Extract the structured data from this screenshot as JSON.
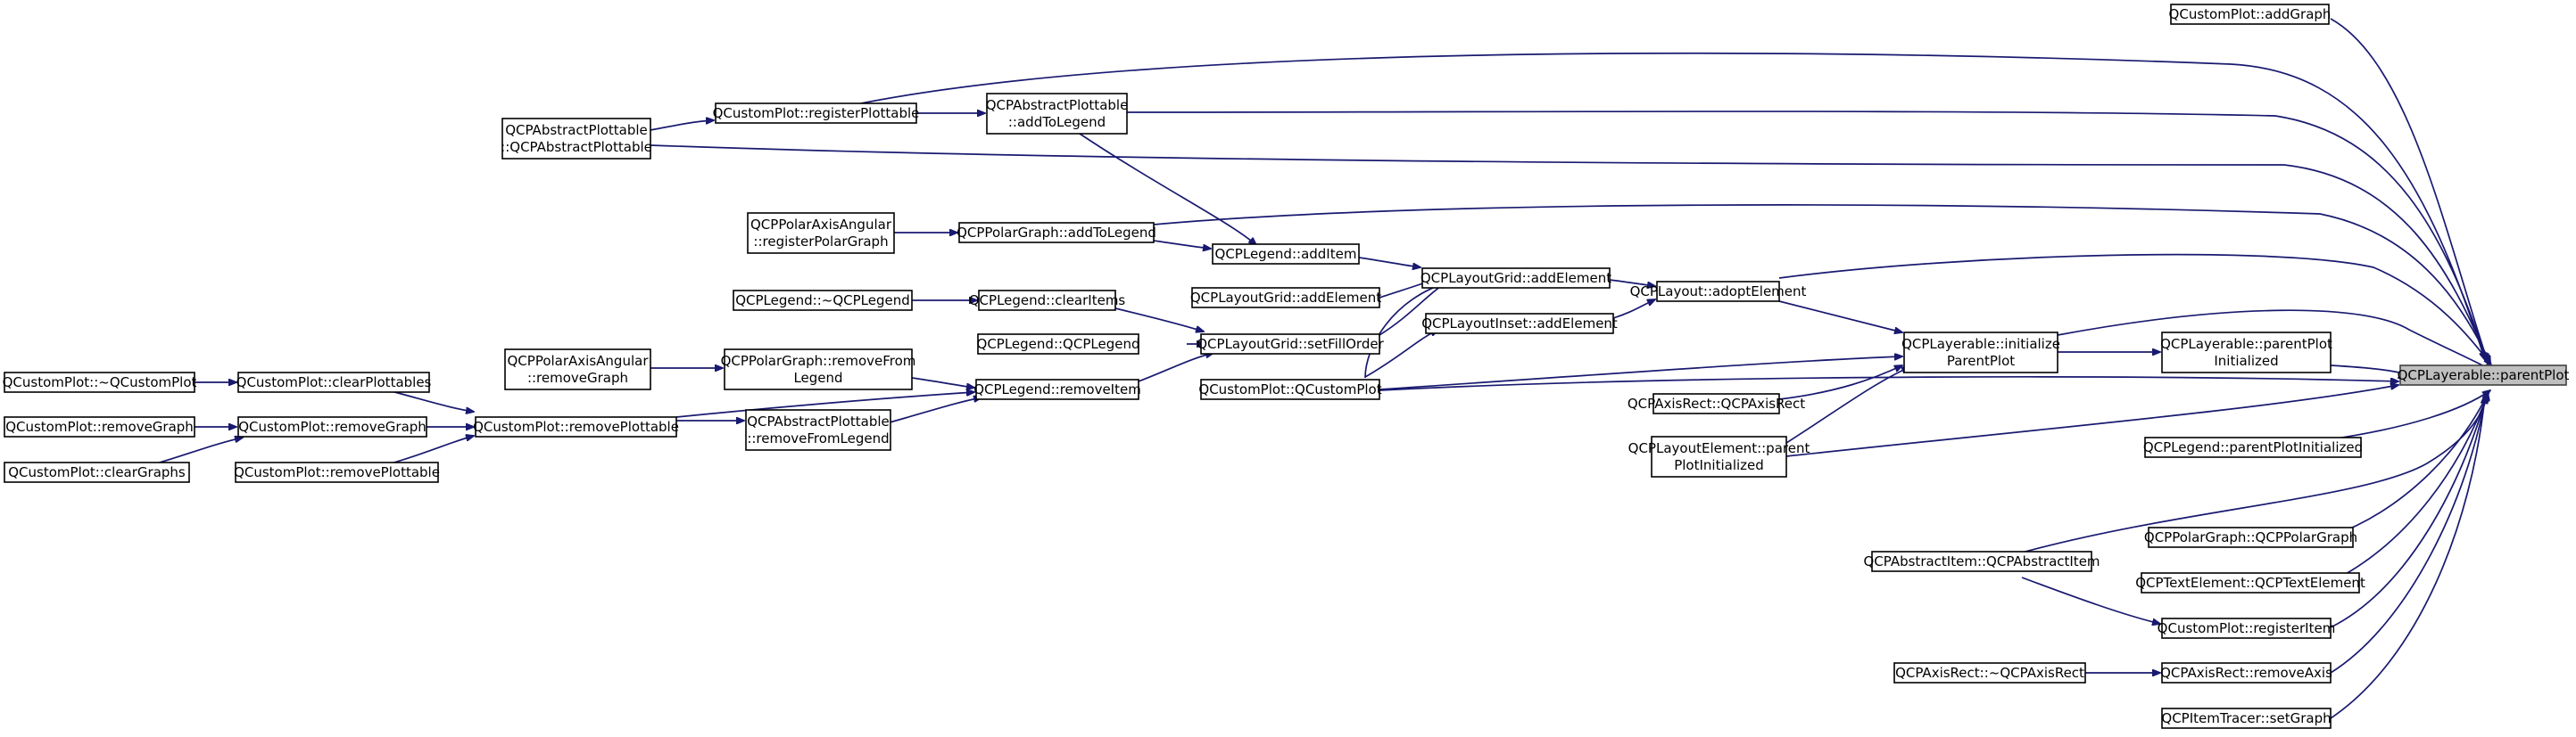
{
  "nodes": {
    "addGraph": [
      "QCustomPlot::addGraph"
    ],
    "registerPlottable": [
      "QCustomPlot::registerPlottable"
    ],
    "abstractPlottableCtor": [
      "QCPAbstractPlottable",
      "::QCPAbstractPlottable"
    ],
    "addToLegend": [
      "QCPAbstractPlottable",
      "::addToLegend"
    ],
    "registerPolarGraph": [
      "QCPPolarAxisAngular",
      "::registerPolarGraph"
    ],
    "polarAddToLegend": [
      "QCPPolarGraph::addToLegend"
    ],
    "legendAddItem": [
      "QCPLegend::addItem"
    ],
    "gridAddElement": [
      "QCPLayoutGrid::addElement"
    ],
    "layoutAdoptElement": [
      "QCPLayout::adoptElement"
    ],
    "legendDtor": [
      "QCPLegend::~QCPLegend"
    ],
    "legendClearItems": [
      "QCPLegend::clearItems"
    ],
    "gridAddElement2": [
      "QCPLayoutGrid::addElement"
    ],
    "insetAddElement": [
      "QCPLayoutInset::addElement"
    ],
    "initializeParentPlot": [
      "QCPLayerable::initialize",
      "ParentPlot"
    ],
    "parentPlotInitialized": [
      "QCPLayerable::parentPlot",
      "Initialized"
    ],
    "parentPlot": [
      "QCPLayerable::parentPlot"
    ],
    "legendCtor": [
      "QCPLegend::QCPLegend"
    ],
    "setFillOrder": [
      "QCPLayoutGrid::setFillOrder"
    ],
    "removePolarGraph": [
      "QCPPolarAxisAngular",
      "::removeGraph"
    ],
    "polarRemoveFromLegend": [
      "QCPPolarGraph::removeFrom",
      "Legend"
    ],
    "customPlotDtor": [
      "QCustomPlot::~QCustomPlot"
    ],
    "clearPlottables": [
      "QCustomPlot::clearPlottables"
    ],
    "legendRemoveItem": [
      "QCPLegend::removeItem"
    ],
    "customPlotCtor": [
      "QCustomPlot::QCustomPlot"
    ],
    "axisRectCtor": [
      "QCPAxisRect::QCPAxisRect"
    ],
    "removeGraphLeft": [
      "QCustomPlot::removeGraph"
    ],
    "removeGraphMid": [
      "QCustomPlot::removeGraph"
    ],
    "removePlottableMid": [
      "QCustomPlot::removePlottable"
    ],
    "abstractRemoveFromLegend": [
      "QCPAbstractPlottable",
      "::removeFromLegend"
    ],
    "layoutElementParentPlotInit": [
      "QCPLayoutElement::parent",
      "PlotInitialized"
    ],
    "legendParentPlotInit": [
      "QCPLegend::parentPlotInitialized"
    ],
    "clearGraphs": [
      "QCustomPlot::clearGraphs"
    ],
    "removePlottableLeft": [
      "QCustomPlot::removePlottable"
    ],
    "polarGraphCtor": [
      "QCPPolarGraph::QCPPolarGraph"
    ],
    "abstractItemCtor": [
      "QCPAbstractItem::QCPAbstractItem"
    ],
    "textElementCtor": [
      "QCPTextElement::QCPTextElement"
    ],
    "registerItem": [
      "QCustomPlot::registerItem"
    ],
    "axisRectDtor": [
      "QCPAxisRect::~QCPAxisRect"
    ],
    "removeAxis": [
      "QCPAxisRect::removeAxis"
    ],
    "setGraph": [
      "QCPItemTracer::setGraph"
    ]
  }
}
